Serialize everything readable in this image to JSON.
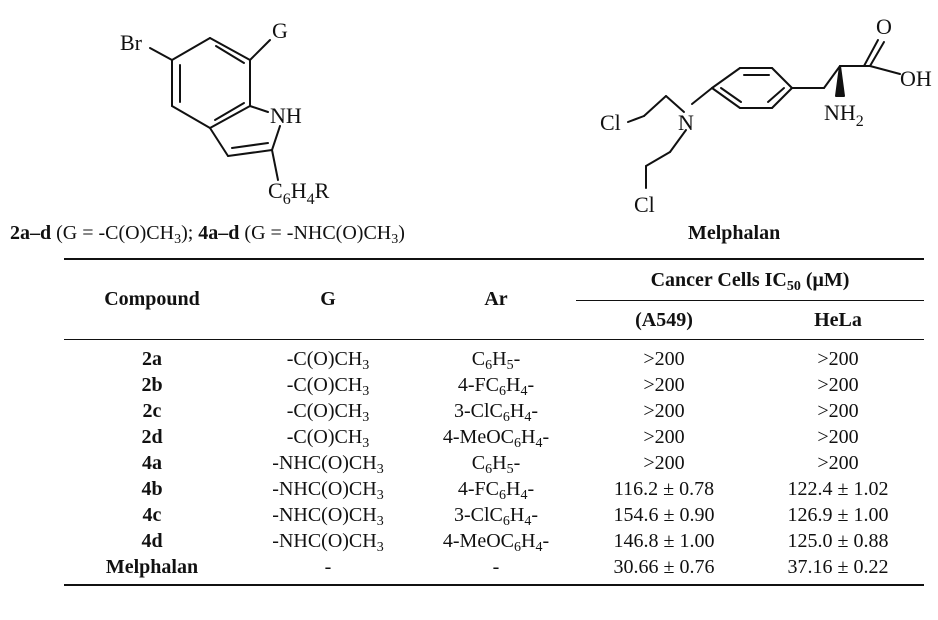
{
  "figure": {
    "indole": {
      "atoms": {
        "br": "Br",
        "g": "G",
        "nh": "NH",
        "c6": "C",
        "h4": "H",
        "r": "R",
        "sub6": "6",
        "sub4": "4"
      }
    },
    "melphalan_struct": {
      "atoms": {
        "cl1": "Cl",
        "cl2": "Cl",
        "n": "N",
        "o": "O",
        "oh": "OH",
        "nh": "NH",
        "sub2": "2"
      }
    },
    "caption_left": {
      "c1": "2a–d",
      "c2": " (G = -C(O)CH",
      "c2sub": "3",
      "c3": "); ",
      "c4": "4a–d",
      "c5": " (G = -NHC(O)CH",
      "c5sub": "3",
      "c6": ")"
    },
    "caption_right": "Melphalan"
  },
  "table": {
    "headers": {
      "compound": "Compound",
      "g": "G",
      "ar": "Ar",
      "ic_prefix": "Cancer Cells IC",
      "ic_sub": "50",
      "ic_suffix": " (μM)",
      "a549": "(A549)",
      "hela": "HeLa"
    },
    "rows": [
      {
        "compound": "2a",
        "g": [
          "-C(O)CH",
          "3",
          ""
        ],
        "ar": [
          "C",
          "6",
          "H",
          "5",
          "-"
        ],
        "a549": ">200",
        "hela": ">200"
      },
      {
        "compound": "2b",
        "g": [
          "-C(O)CH",
          "3",
          ""
        ],
        "ar": [
          "4-FC",
          "6",
          "H",
          "4",
          "-"
        ],
        "a549": ">200",
        "hela": ">200"
      },
      {
        "compound": "2c",
        "g": [
          "-C(O)CH",
          "3",
          ""
        ],
        "ar": [
          "3-ClC",
          "6",
          "H",
          "4",
          "-"
        ],
        "a549": ">200",
        "hela": ">200"
      },
      {
        "compound": "2d",
        "g": [
          "-C(O)CH",
          "3",
          ""
        ],
        "ar": [
          "4-MeOC",
          "6",
          "H",
          "4",
          "-"
        ],
        "a549": ">200",
        "hela": ">200"
      },
      {
        "compound": "4a",
        "g": [
          "-NHC(O)CH",
          "3",
          ""
        ],
        "ar": [
          "C",
          "6",
          "H",
          "5",
          "-"
        ],
        "a549": ">200",
        "hela": ">200"
      },
      {
        "compound": "4b",
        "g": [
          "-NHC(O)CH",
          "3",
          ""
        ],
        "ar": [
          "4-FC",
          "6",
          "H",
          "4",
          "-"
        ],
        "a549": "116.2 ± 0.78",
        "hela": "122.4 ± 1.02"
      },
      {
        "compound": "4c",
        "g": [
          "-NHC(O)CH",
          "3",
          ""
        ],
        "ar": [
          "3-ClC",
          "6",
          "H",
          "4",
          "-"
        ],
        "a549": "154.6 ± 0.90",
        "hela": "126.9 ± 1.00"
      },
      {
        "compound": "4d",
        "g": [
          "-NHC(O)CH",
          "3",
          ""
        ],
        "ar": [
          "4-MeOC",
          "6",
          "H",
          "4",
          "-"
        ],
        "a549": "146.8 ± 1.00",
        "hela": "125.0 ± 0.88"
      },
      {
        "compound": "Melphalan",
        "g": [
          "-",
          "",
          ""
        ],
        "ar": [
          "-",
          "",
          "",
          "",
          ""
        ],
        "a549": "30.66 ± 0.76",
        "hela": "37.16 ± 0.22"
      }
    ]
  }
}
